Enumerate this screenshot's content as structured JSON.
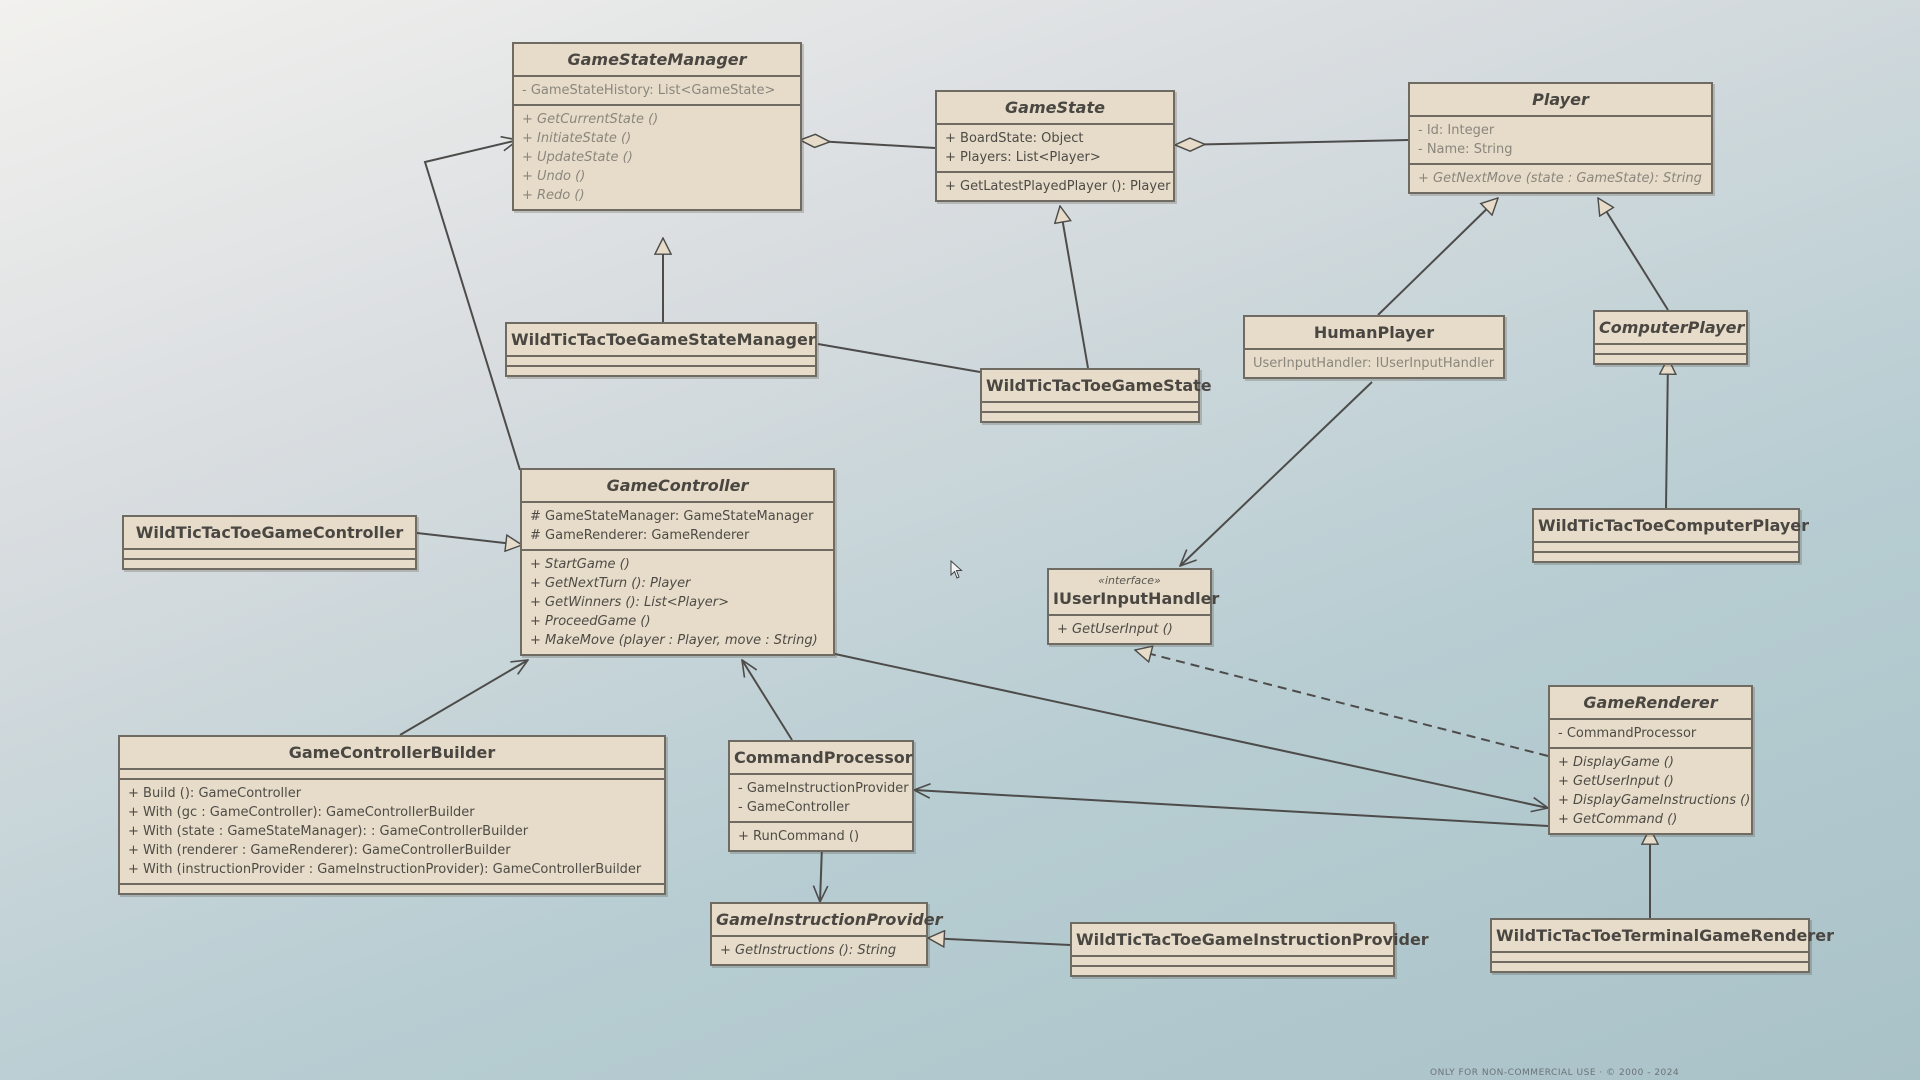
{
  "classes": {
    "game_state_manager": {
      "name": "GameStateManager",
      "attributes": [
        "- GameStateHistory: List<GameState>"
      ],
      "methods": [
        "+ GetCurrentState ()",
        "+ InitiateState ()",
        "+ UpdateState ()",
        "+ Undo ()",
        "+ Redo ()"
      ]
    },
    "game_state": {
      "name": "GameState",
      "attributes": [
        "+ BoardState: Object",
        "+ Players: List<Player>"
      ],
      "methods": [
        "+ GetLatestPlayedPlayer (): Player"
      ]
    },
    "player": {
      "name": "Player",
      "attributes": [
        "- Id: Integer",
        "- Name: String"
      ],
      "methods": [
        "+ GetNextMove (state : GameState): String"
      ]
    },
    "wild_game_state_manager": {
      "name": "WildTicTacToeGameStateManager"
    },
    "wild_game_state": {
      "name": "WildTicTacToeGameState"
    },
    "human_player": {
      "name": "HumanPlayer",
      "attributes": [
        "UserInputHandler: IUserInputHandler"
      ]
    },
    "computer_player": {
      "name": "ComputerPlayer"
    },
    "game_controller": {
      "name": "GameController",
      "attributes": [
        "# GameStateManager: GameStateManager",
        "# GameRenderer: GameRenderer"
      ],
      "methods": [
        "+ StartGame ()",
        "+ GetNextTurn (): Player",
        "+ GetWinners (): List<Player>",
        "+ ProceedGame ()",
        "+ MakeMove (player : Player, move : String)"
      ]
    },
    "wild_game_controller": {
      "name": "WildTicTacToeGameController"
    },
    "user_input_handler": {
      "stereotype": "«interface»",
      "name": "IUserInputHandler",
      "methods": [
        "+ GetUserInput ()"
      ]
    },
    "wild_computer_player": {
      "name": "WildTicTacToeComputerPlayer"
    },
    "game_controller_builder": {
      "name": "GameControllerBuilder",
      "methods": [
        "+ Build (): GameController",
        "+ With (gc : GameController): GameControllerBuilder",
        "+ With (state : GameStateManager): : GameControllerBuilder",
        "+ With (renderer : GameRenderer): GameControllerBuilder",
        "+ With (instructionProvider : GameInstructionProvider): GameControllerBuilder"
      ]
    },
    "command_processor": {
      "name": "CommandProcessor",
      "attributes": [
        "- GameInstructionProvider",
        "- GameController"
      ],
      "methods": [
        "+ RunCommand ()"
      ]
    },
    "game_renderer": {
      "name": "GameRenderer",
      "attributes": [
        "- CommandProcessor"
      ],
      "methods": [
        "+ DisplayGame ()",
        "+ GetUserInput ()",
        "+ DisplayGameInstructions ()",
        "+ GetCommand ()"
      ]
    },
    "game_instruction_provider": {
      "name": "GameInstructionProvider",
      "methods": [
        "+ GetInstructions (): String"
      ]
    },
    "wild_instruction_provider": {
      "name": "WildTicTacToeGameInstructionProvider"
    },
    "wild_terminal_renderer": {
      "name": "WildTicTacToeTerminalGameRenderer"
    }
  },
  "footer": {
    "watermark": "ONLY FOR NON-COMMERCIAL USE · © 2000 - 2024"
  },
  "colors": {
    "box_fill": "#e6dcc9",
    "box_border": "#6f6a62",
    "edge": "#4d4c4a"
  }
}
